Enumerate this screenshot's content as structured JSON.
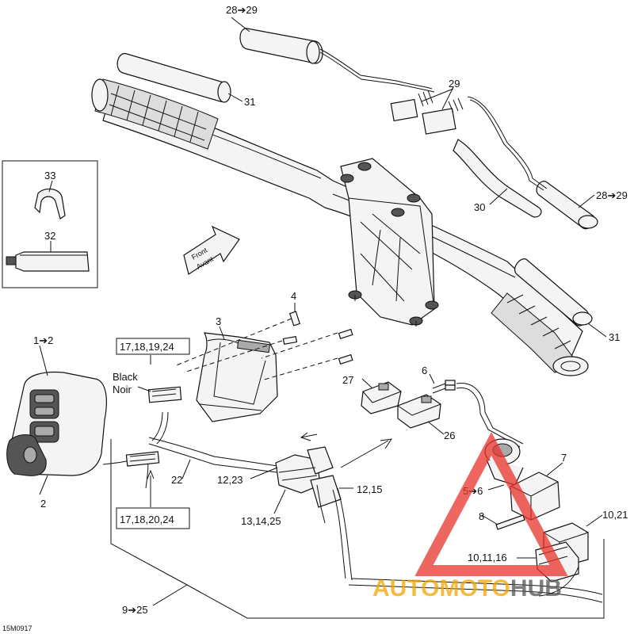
{
  "diagram_id": "15M0917",
  "labels": {
    "l28_29_top": "28➔29",
    "l31_top": "31",
    "l29": "29",
    "l28_29_right": "28➔29",
    "l30": "30",
    "l31_right": "31",
    "l33": "33",
    "l32": "32",
    "front": "Front",
    "avant": "Avant",
    "l4": "4",
    "l3": "3",
    "l1_2": "1➔2",
    "box_top": "17,18,19,24",
    "black": "Black",
    "noir": "Noir",
    "l27": "27",
    "l6": "6",
    "l26": "26",
    "l22": "22",
    "l12_23": "12,23",
    "l12_15": "12,15",
    "l13_14_25": "13,14,25",
    "l2": "2",
    "box_bottom": "17,18,20,24",
    "l7": "7",
    "l5_6": "5➔6",
    "l8": "8",
    "l10_21": "10,21",
    "l10_11_16": "10,11,16",
    "l9_25": "9➔25"
  },
  "watermark": {
    "brand_a": "AUTO",
    "brand_b": "MOTO",
    "brand_c": "HUB",
    "color_orange": "#f0a500",
    "color_red": "#e8332a"
  }
}
